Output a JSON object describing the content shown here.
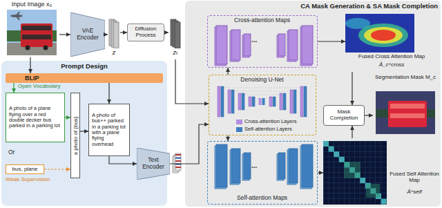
{
  "diagram": {
    "nodes": [
      {
        "text": [
          "Input Image x₀"
        ]
      },
      {
        "text": [
          "VAE Encoder"
        ]
      },
      {
        "text": [
          "z"
        ]
      },
      {
        "text": [
          "Diffusion Process"
        ]
      },
      {
        "text": [
          "zₜ"
        ]
      },
      {
        "text": [
          "Prompt Design"
        ]
      },
      {
        "text": [
          "BLIP"
        ],
        "in": 5
      },
      {
        "text": [
          "A photo of a plane flying over a red double decker bus parked in a parking lot"
        ],
        "in": 5
      },
      {
        "text": [
          "bus, plane"
        ],
        "in": 5
      },
      {
        "text": [
          "a photo of {bus}"
        ],
        "in": 5
      },
      {
        "text": [
          "A photo of bus++ parked in a parking lot with a plane flying overhead"
        ],
        "in": 5
      },
      {
        "text": [
          "Text Encoder"
        ]
      },
      {
        "text": [
          "CA Mask Generation & SA Mask Completion"
        ]
      },
      {
        "text": [
          "Cross-attention Maps"
        ],
        "in": 12
      },
      {
        "text": [
          "Denoising U-Net"
        ],
        "in": 12
      },
      {
        "text": [
          "Self-attention Maps"
        ],
        "in": 12
      },
      {
        "text": [
          "Fused Cross Attention Map",
          "Â_c^cross"
        ],
        "in": 12
      },
      {
        "text": [
          "Segmentation Mask M_c"
        ],
        "in": 12
      },
      {
        "text": [
          "Mask Completion"
        ],
        "in": 12
      },
      {
        "text": [
          "Fused Self Attention Map",
          "Â^self"
        ],
        "in": 12
      }
    ],
    "edges": [
      {
        "from": 0,
        "to": 1,
        "arrow": "to"
      },
      {
        "from": 1,
        "to": 2,
        "arrow": "to"
      },
      {
        "from": 2,
        "to": 3,
        "arrow": "to"
      },
      {
        "from": 3,
        "to": 4,
        "arrow": "to"
      },
      {
        "from": 4,
        "to": 14,
        "arrow": "to"
      },
      {
        "from": 0,
        "to": 6,
        "arrow": "to"
      },
      {
        "from": 6,
        "to": 7,
        "arrow": "to"
      },
      {
        "from": 7,
        "to": 9,
        "arrow": "to"
      },
      {
        "from": 8,
        "to": 9,
        "arrow": "to"
      },
      {
        "from": 6,
        "to": 10,
        "arrow": "to"
      },
      {
        "from": 9,
        "to": 10,
        "arrow": "to"
      },
      {
        "from": 10,
        "to": 11,
        "arrow": "to"
      },
      {
        "from": 11,
        "to": 14,
        "arrow": "to"
      },
      {
        "from": 14,
        "to": 13,
        "arrow": "to"
      },
      {
        "from": 14,
        "to": 15,
        "arrow": "to"
      },
      {
        "from": 13,
        "to": 16,
        "arrow": "to"
      },
      {
        "from": 16,
        "to": 18,
        "arrow": "to"
      },
      {
        "from": 19,
        "to": 18,
        "arrow": "to"
      },
      {
        "from": 18,
        "to": 17,
        "arrow": "to"
      },
      {
        "from": 15,
        "to": 19,
        "arrow": "to"
      }
    ],
    "labels": [
      "Open Vocabulary",
      "Or",
      "Weak Supervision",
      "...",
      "..."
    ],
    "legend": [
      {
        "text": "Cross-attention Layers",
        "color": "#b48ee0"
      },
      {
        "text": "Self-attention Layers",
        "color": "#3f7fbf"
      }
    ]
  }
}
